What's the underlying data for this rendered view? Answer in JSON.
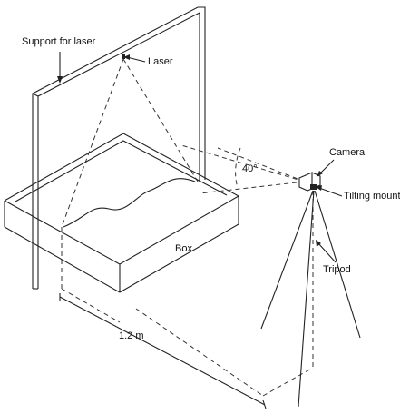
{
  "labels": {
    "support": "Support for laser",
    "laser": "Laser",
    "camera": "Camera",
    "angle": "40°",
    "tilting_mount": "Tilting mount",
    "box": "Box",
    "tripod": "Tripod",
    "distance": "1.2 m"
  }
}
